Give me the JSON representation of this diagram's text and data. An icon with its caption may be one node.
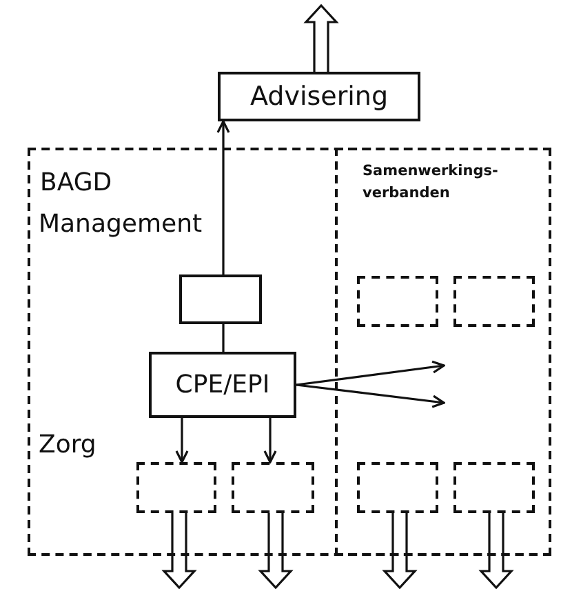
{
  "diagram": {
    "nodes": [
      {
        "text": [
          "Advisering"
        ]
      },
      {
        "text": [
          "BAGD"
        ]
      },
      {
        "text": [
          "Samenwerkings- verbanden"
        ],
        "in": 1
      },
      {
        "text": [],
        "shape": "box",
        "in": 1
      },
      {
        "text": [
          "CPE/EPI"
        ],
        "in": 1
      },
      {
        "text": [],
        "shape": "box",
        "in": 2
      },
      {
        "text": [],
        "shape": "box",
        "in": 2
      },
      {
        "text": [],
        "shape": "box",
        "in": 1
      },
      {
        "text": [],
        "shape": "box",
        "in": 1
      },
      {
        "text": [],
        "shape": "box",
        "in": 2
      },
      {
        "text": [],
        "shape": "box",
        "in": 2
      }
    ],
    "edges": [
      {
        "from": 4,
        "to": 3,
        "arrow": "none"
      },
      {
        "from": 3,
        "to": 0,
        "arrow": "to"
      },
      {
        "from": 0,
        "to": null,
        "arrow": "to",
        "style": "thick"
      },
      {
        "from": 4,
        "to": 7,
        "arrow": "to"
      },
      {
        "from": 4,
        "to": 8,
        "arrow": "to"
      },
      {
        "from": 4,
        "to": null,
        "arrow": "to"
      },
      {
        "from": 4,
        "to": null,
        "arrow": "to"
      },
      {
        "from": 7,
        "to": null,
        "arrow": "to",
        "style": "thick"
      },
      {
        "from": 8,
        "to": null,
        "arrow": "to",
        "style": "thick"
      },
      {
        "from": 9,
        "to": null,
        "arrow": "to",
        "style": "thick"
      },
      {
        "from": 10,
        "to": null,
        "arrow": "to",
        "style": "thick"
      }
    ],
    "labels": [
      "Management",
      "Zorg"
    ]
  }
}
